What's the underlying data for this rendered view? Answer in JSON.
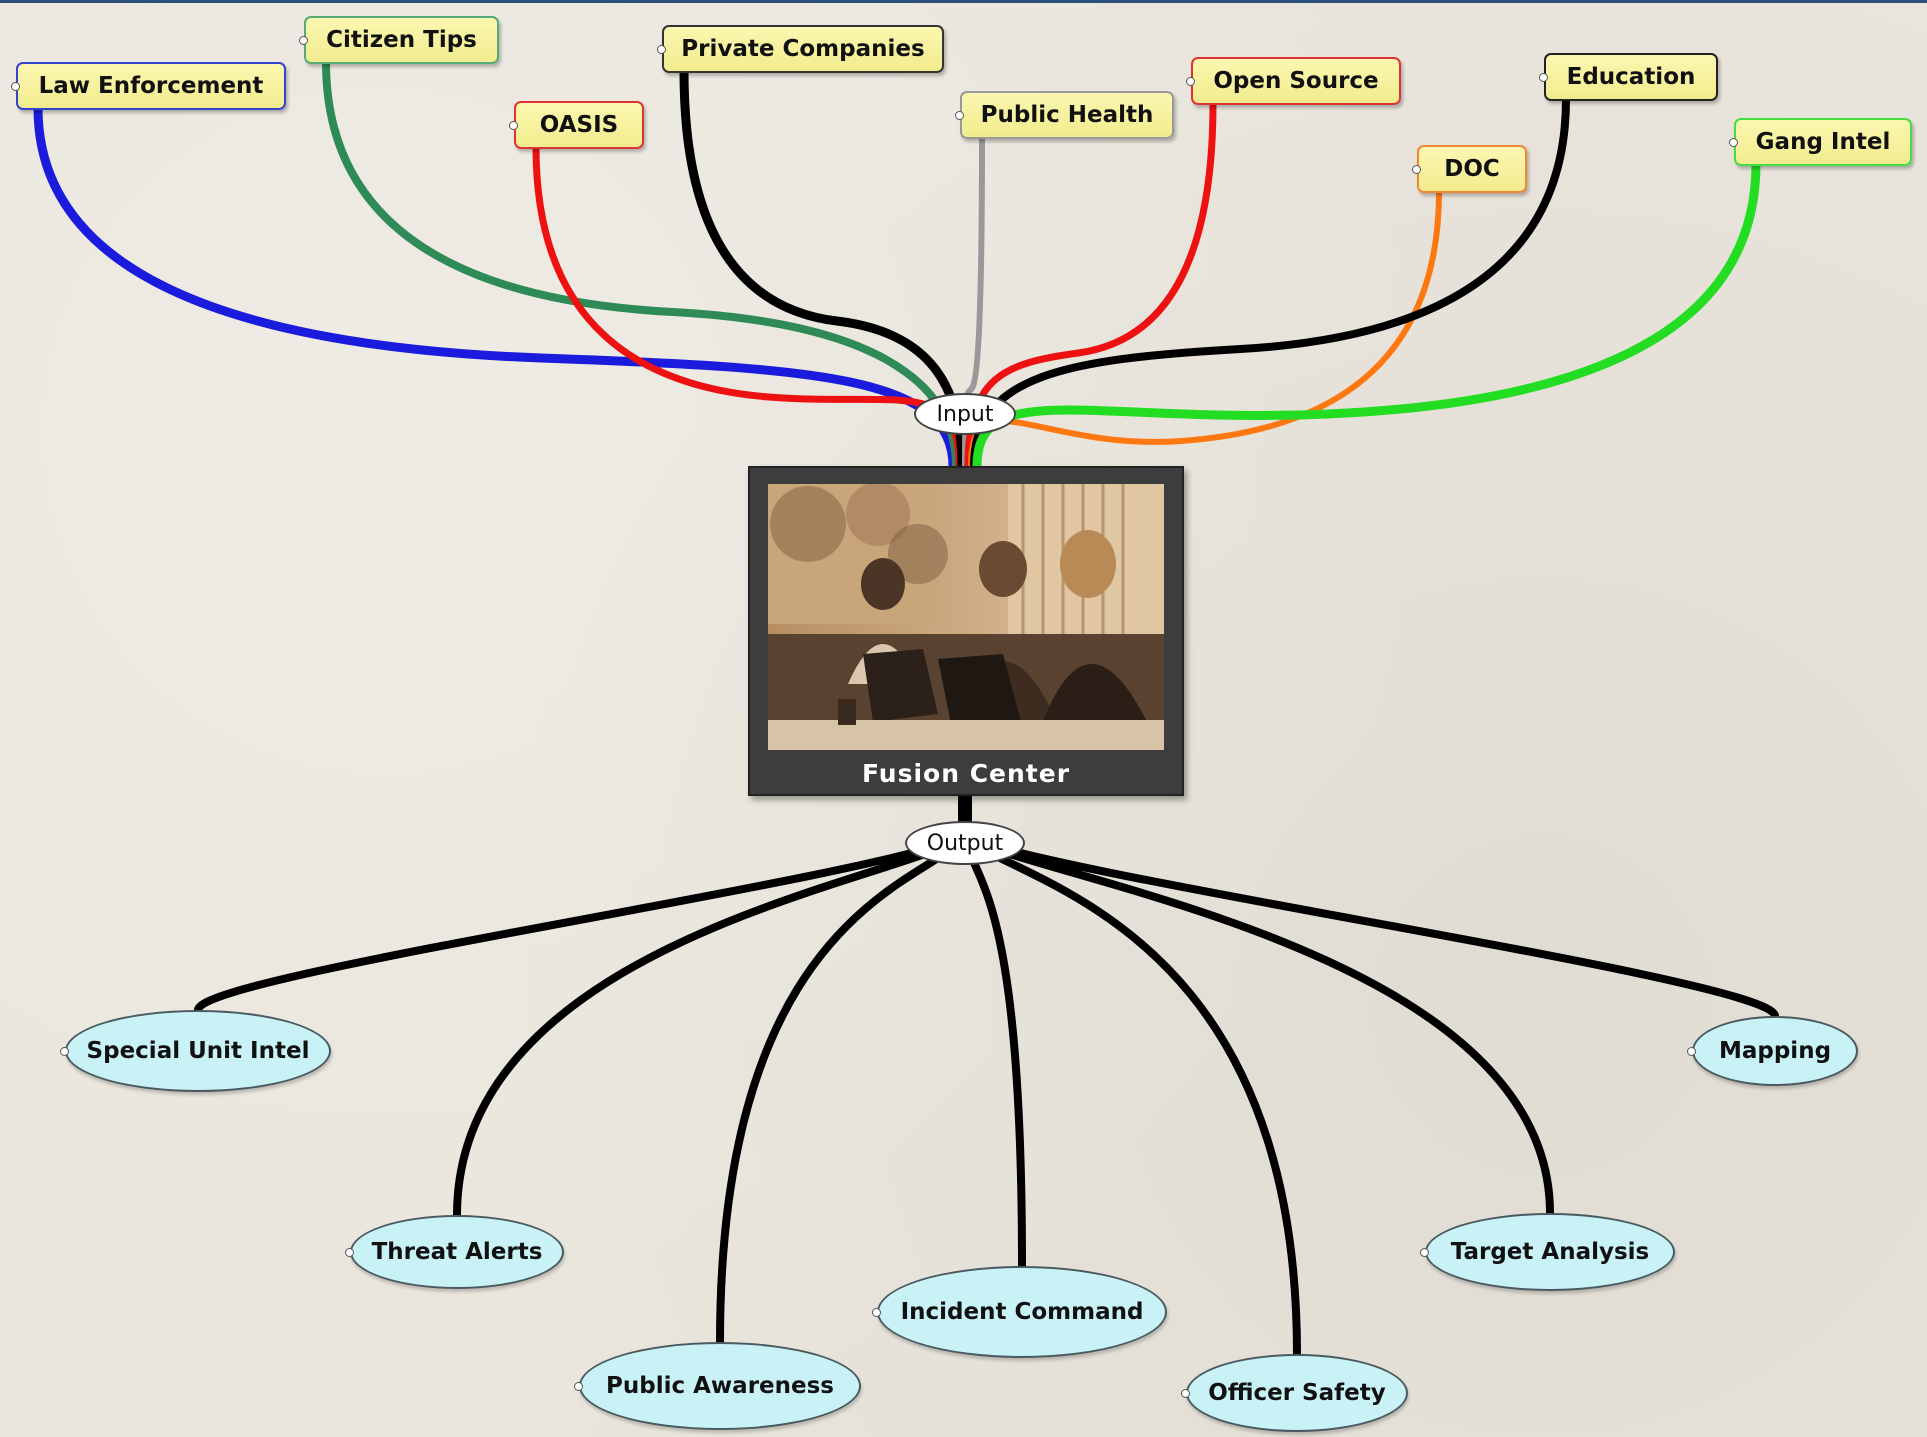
{
  "center": {
    "title": "Fusion Center",
    "image": "photo-analysts-at-laptops"
  },
  "input_hub": {
    "label": "Input"
  },
  "output_hub": {
    "label": "Output"
  },
  "inputs": [
    {
      "id": "law-enforcement",
      "label": "Law Enforcement",
      "color": "#1b1bdd"
    },
    {
      "id": "citizen-tips",
      "label": "Citizen Tips",
      "color": "#2e8b57"
    },
    {
      "id": "oasis",
      "label": "OASIS",
      "color": "#ee1111"
    },
    {
      "id": "private-companies",
      "label": "Private Companies",
      "color": "#000000"
    },
    {
      "id": "public-health",
      "label": "Public Health",
      "color": "#999999"
    },
    {
      "id": "open-source",
      "label": "Open Source",
      "color": "#ee1111"
    },
    {
      "id": "doc",
      "label": "DOC",
      "color": "#ff7711"
    },
    {
      "id": "education",
      "label": "Education",
      "color": "#000000"
    },
    {
      "id": "gang-intel",
      "label": "Gang Intel",
      "color": "#22dd22"
    }
  ],
  "outputs": [
    {
      "id": "special-unit-intel",
      "label": "Special Unit Intel"
    },
    {
      "id": "threat-alerts",
      "label": "Threat Alerts"
    },
    {
      "id": "public-awareness",
      "label": "Public Awareness"
    },
    {
      "id": "incident-command",
      "label": "Incident Command"
    },
    {
      "id": "officer-safety",
      "label": "Officer Safety"
    },
    {
      "id": "target-analysis",
      "label": "Target Analysis"
    },
    {
      "id": "mapping",
      "label": "Mapping"
    }
  ]
}
